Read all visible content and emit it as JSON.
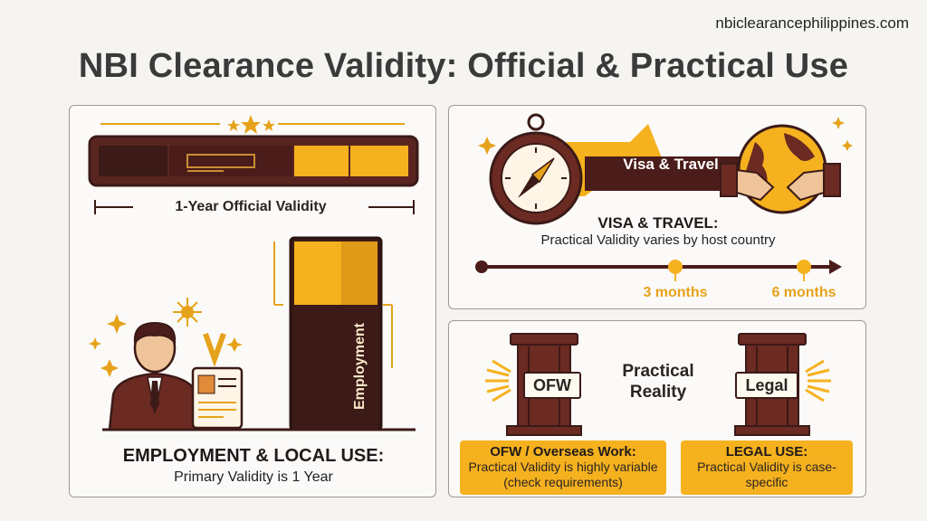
{
  "header": {
    "site": "nbiclearancephilippines.com",
    "title": "NBI Clearance Validity: Official & Practical Use"
  },
  "employment": {
    "validity_label": "1-Year Official Validity",
    "pillar_label": "Employment",
    "heading": "EMPLOYMENT & LOCAL USE:",
    "subtitle": "Primary Validity is 1 Year"
  },
  "visa": {
    "tag": "Visa & Travel",
    "heading": "VISA & TRAVEL:",
    "subtitle": "Practical Validity varies by host country",
    "timeline": [
      "3 months",
      "6 months"
    ]
  },
  "reality": {
    "center_label": "Practical Reality",
    "left_plaque": "OFW",
    "right_plaque": "Legal",
    "ofw_box": {
      "heading": "OFW / Overseas Work:",
      "body": "Practical Validity is highly variable (check requirements)"
    },
    "legal_box": {
      "heading": "LEGAL USE:",
      "body": "Practical Validity is case-specific"
    }
  },
  "colors": {
    "maroon": "#4a1c1a",
    "gold": "#f5b11e",
    "panel_border": "#9e9a96"
  }
}
